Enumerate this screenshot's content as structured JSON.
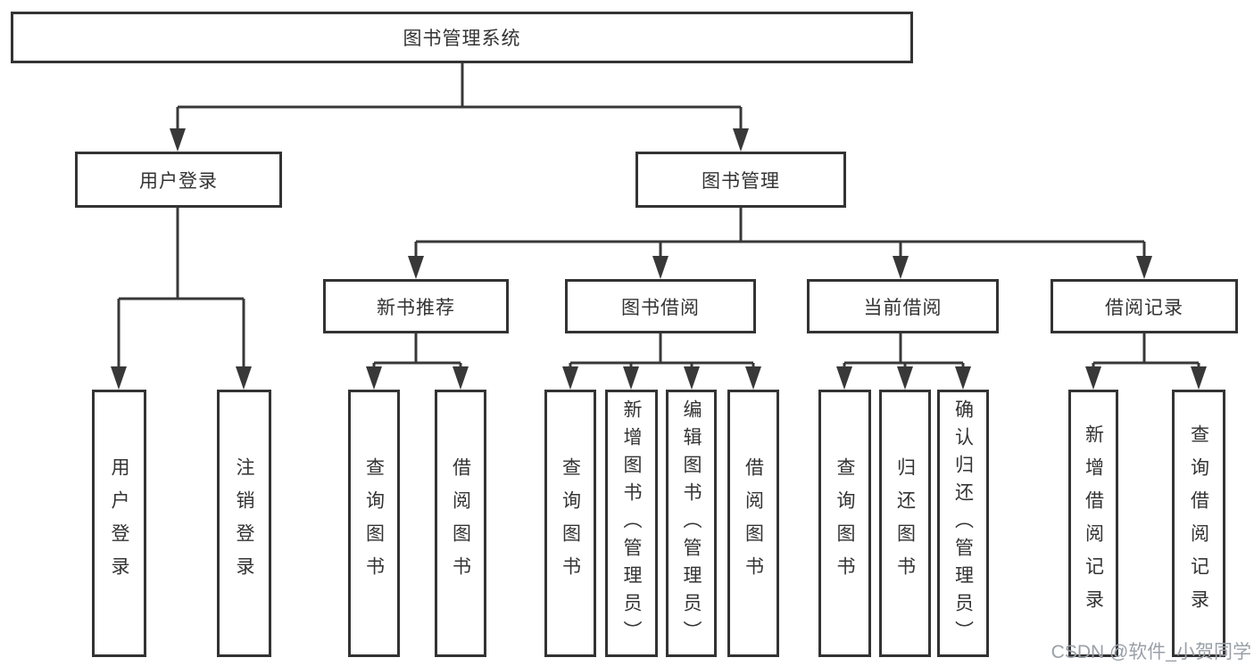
{
  "tree": {
    "root": {
      "label": "图书管理系统"
    },
    "level2": [
      {
        "label": "用户登录",
        "children": [
          {
            "label": "用户登录"
          },
          {
            "label": "注销登录"
          }
        ]
      },
      {
        "label": "图书管理",
        "children": [
          {
            "label": "新书推荐",
            "children": [
              {
                "label": "查询图书"
              },
              {
                "label": "借阅图书"
              }
            ]
          },
          {
            "label": "图书借阅",
            "children": [
              {
                "label": "查询图书"
              },
              {
                "label": "新增图书（管理员）"
              },
              {
                "label": "编辑图书（管理员）"
              },
              {
                "label": "借阅图书"
              }
            ]
          },
          {
            "label": "当前借阅",
            "children": [
              {
                "label": "查询图书"
              },
              {
                "label": "归还图书"
              },
              {
                "label": "确认归还（管理员）"
              }
            ]
          },
          {
            "label": "借阅记录",
            "children": [
              {
                "label": "新增借阅记录"
              },
              {
                "label": "查询借阅记录"
              }
            ]
          }
        ]
      }
    ]
  },
  "watermark": {
    "text": "CSDN @软件_小贺同学"
  },
  "colors": {
    "line": "#383838",
    "border": "#333333",
    "text": "#333333",
    "watermark": "#9aa0a8",
    "background": "#ffffff"
  }
}
